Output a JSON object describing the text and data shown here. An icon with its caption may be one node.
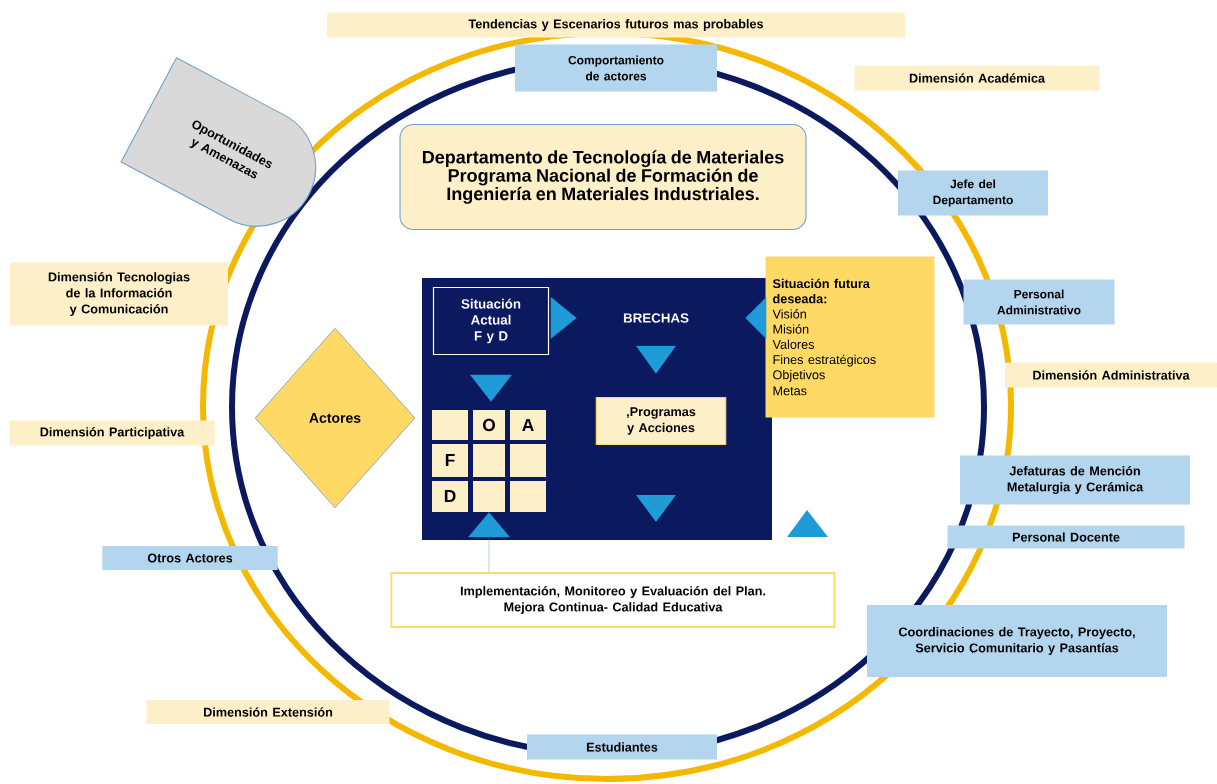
{
  "diagram": {
    "nodes": [
      {
        "text": [
          "Tendencias y Escenarios futuros mas probables"
        ]
      },
      {
        "text": [
          "Comportamiento de actores"
        ]
      },
      {
        "text": [
          "Dimensión Académica"
        ]
      },
      {
        "text": [
          "Oportunidades y Amenazas"
        ]
      },
      {
        "text": [
          "Departamento de Tecnología de Materiales",
          "Programa Nacional de Formación de Ingeniería en Materiales Industriales."
        ]
      },
      {
        "text": [
          "Jefe del Departamento"
        ]
      },
      {
        "text": [
          "Dimensión Tecnologias de la Información y Comunicación"
        ]
      },
      {
        "text": [],
        "shape": "box"
      },
      {
        "text": [
          "Situación Actual F y D"
        ],
        "in": 7
      },
      {
        "text": [
          "BRECHAS"
        ],
        "in": 7
      },
      {
        "text": [
          "Situación futura deseada:",
          "Visión",
          "Misión",
          "Valores",
          "Fines estratégicos",
          "Objetivos",
          "Metas"
        ]
      },
      {
        "text": [
          "Personal Administrativo"
        ]
      },
      {
        "text": [
          "Dimensión Administrativa"
        ]
      },
      {
        "text": [
          "Actores"
        ]
      },
      {
        "text": [
          "O",
          "A",
          "F",
          "D"
        ],
        "in": 7
      },
      {
        "text": [
          ",Programas y Acciones"
        ],
        "in": 7
      },
      {
        "text": [
          "Dimensión Participativa"
        ]
      },
      {
        "text": [
          "Jefaturas de Mención Metalurgia y Cerámica"
        ]
      },
      {
        "text": [
          "Personal Docente"
        ]
      },
      {
        "text": [
          "Otros Actores"
        ]
      },
      {
        "text": [
          "Implementación, Monitoreo y Evaluación del Plan.",
          "Mejora Continua- Calidad Educativa"
        ]
      },
      {
        "text": [
          "Coordinaciones de Trayecto, Proyecto, Servicio Comunitario y Pasantías"
        ]
      },
      {
        "text": [
          "Dimensión  Extensión"
        ]
      },
      {
        "text": [
          "Estudiantes"
        ]
      }
    ],
    "edges": [
      {
        "from": 8,
        "to": 9,
        "arrow": "to"
      },
      {
        "from": 10,
        "to": 9,
        "arrow": "to"
      },
      {
        "from": 9,
        "to": 15,
        "arrow": "to"
      },
      {
        "from": 8,
        "to": 14,
        "arrow": "to"
      },
      {
        "from": 20,
        "to": 14,
        "arrow": "to"
      }
    ]
  }
}
